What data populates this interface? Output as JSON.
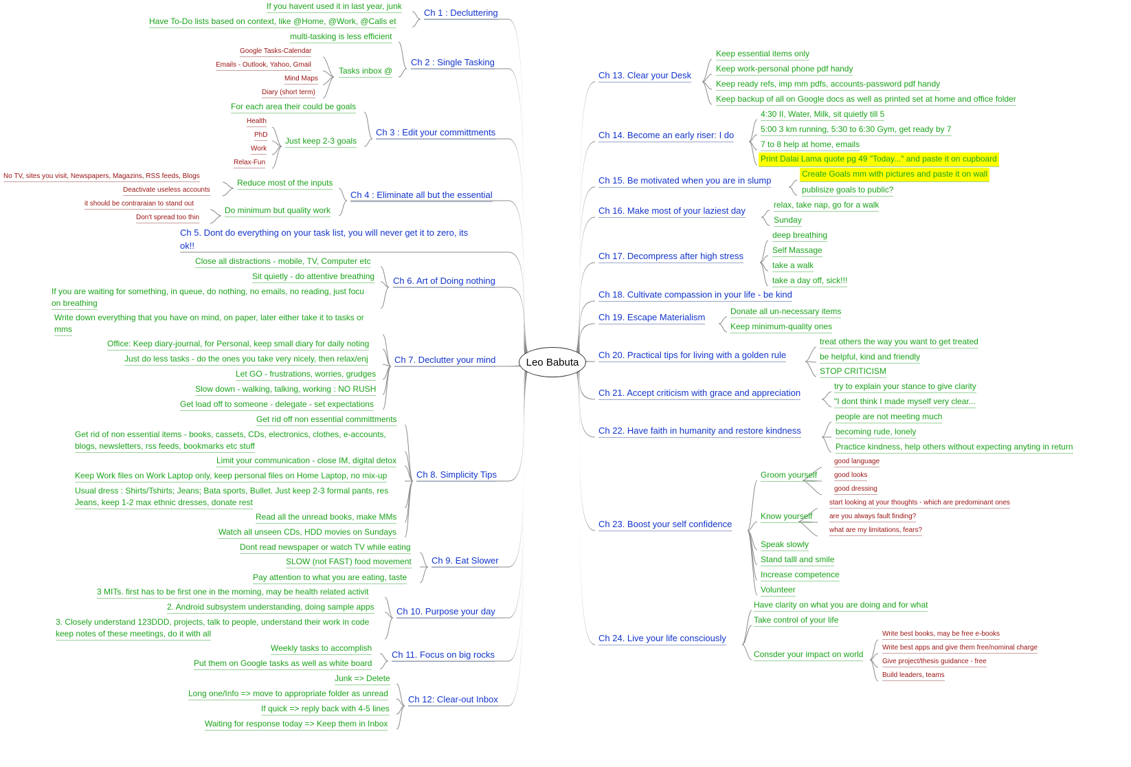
{
  "center": "Leo Babuta",
  "chapters": {
    "ch1": "Ch 1 : Decluttering",
    "ch2": "Ch 2 : Single Tasking",
    "ch3": "Ch 3 : Edit your committments",
    "ch4": "Ch 4 : Eliminate all but the essential",
    "ch5_line1": "Ch 5. Dont do everything on your task list, you will never get it to zero, its",
    "ch5_line2": "ok!!",
    "ch6": "Ch 6. Art of Doing nothing",
    "ch7": "Ch 7. Declutter your mind",
    "ch8": "Ch 8. Simplicity Tips",
    "ch9": "Ch 9. Eat Slower",
    "ch10": "Ch 10. Purpose your day",
    "ch11": "Ch 11. Focus on big rocks",
    "ch12": "Ch 12: Clear-out Inbox",
    "ch13": "Ch 13. Clear your Desk",
    "ch14": "Ch 14. Become an early riser: I do",
    "ch15": "Ch 15. Be motivated when you are in slump",
    "ch16": "Ch 16. Make most of your laziest day",
    "ch17": "Ch 17. Decompress after high stress",
    "ch18": "Ch 18. Cultivate compassion in your life - be kind",
    "ch19": "Ch 19. Escape Materialism",
    "ch20": "Ch 20. Practical tips for living with a golden rule",
    "ch21": "Ch 21. Accept criticism with grace and appreciation",
    "ch22": "Ch 22. Have faith in humanity and restore kindness",
    "ch23": "Ch 23. Boost your self confidence",
    "ch24": "Ch 24. Live your life consciously"
  },
  "items": {
    "c1a": "If you havent used it in last year, junk",
    "c1b": "Have To-Do lists based on context, like @Home, @Work, @Calls et",
    "c2a": "multi-tasking is less efficient",
    "c2b": "Tasks inbox @",
    "c2b1": "Google Tasks-Calendar",
    "c2b2": "Emails - Outlook, Yahoo, Gmail",
    "c2b3": "Mind Maps",
    "c2b4": "Diary (short term)",
    "c3a": "For each area their could be goals",
    "c3b": "Just keep 2-3 goals",
    "c3b1": "Health",
    "c3b2": "PhD",
    "c3b3": "Work",
    "c3b4": "Relax-Fun",
    "c4a": "Reduce most of the inputs",
    "c4a1": "No TV, sites you visit, Newspapers, Magazins, RSS feeds, Blogs",
    "c4a2": "Deactivate useless accounts",
    "c4b": "Do minimum but quality work",
    "c4b1": "it should be contraraian to stand out",
    "c4b2": "Don't spread too thin",
    "c6a": "Close all distractions - mobile, TV, Computer etc",
    "c6b": "Sit quietly - do attentive breathing",
    "c6c1": "If you are waiting for something, in queue, do nothing, no emails, no reading, just focu",
    "c6c2": "on breathing",
    "c7a1": "Write down everything that you have on mind, on paper, later either take it to tasks or",
    "c7a2": "mms",
    "c7b": "Office: Keep diary-journal, for Personal, keep small diary for daily noting",
    "c7c": "Just do less tasks - do the ones you take very nicely, then relax/enj",
    "c7d": "Let GO - frustrations, worries, grudges",
    "c7e": "Slow down - walking, talking, working : NO RUSH",
    "c7f": "Get load off to someone - delegate - set expectations",
    "c8a": "Get rid off non essential committments",
    "c8b1": "Get rid of non essential items - books, cassets, CDs, electronics, clothes, e-accounts,",
    "c8b2": "blogs, newsletters, rss feeds, bookmarks etc stuff",
    "c8c": "Limit your communication - close IM, digital detox",
    "c8d": "Keep Work files on Work Laptop only, keep personal files on Home Laptop, no mix-up",
    "c8e1": "Usual dress : Shirts/Tshirts; Jeans; Bata sports, Bullet. Just keep 2-3 formal pants, res",
    "c8e2": "Jeans, keep 1-2 max ethnic dresses, donate rest",
    "c8f": "Read all the unread books, make MMs",
    "c8g": "Watch all unseen CDs, HDD movies on Sundays",
    "c9a": "Dont read newspaper or watch TV while eating",
    "c9b": "SLOW (not FAST) food movement",
    "c9c": "Pay attention to what you are eating, taste",
    "c10a": "3 MITs. first has to be first one in the morning, may be health related activit",
    "c10b": "2. Android subsystem understanding, doing sample apps",
    "c10c1": "3. Closely understand 123DDD, projects, talk to people, understand their work in code",
    "c10c2": "keep notes of these meetings, do it with all",
    "c11a": "Weekly tasks to accomplish",
    "c11b": "Put them on Google tasks as well as white board",
    "c12a": "Junk => Delete",
    "c12b": "Long one/Info => move to appropriate folder as unread",
    "c12c": "If quick => reply back with 4-5 lines",
    "c12d": "Waiting for response today => Keep them in Inbox",
    "c13a": "Keep essential items only",
    "c13b": "Keep work-personal phone pdf handy",
    "c13c": "Keep ready refs, imp mm pdfs, accounts-password pdf handy",
    "c13d": "Keep backup of all on Google docs as well as printed set at home and office folder",
    "c14a": "4:30 II, Water, Milk, sit quietly till 5",
    "c14b": "5:00 3 km running, 5:30 to 6:30 Gym, get ready by 7",
    "c14c": "7 to 8 help at home, emails",
    "c14d": "Print Dalai Lama quote pg 49 \"Today...\" and paste it on cupboard",
    "c15a": "Create Goals mm with pictures and paste it on wall",
    "c15b": "publisize goals to public?",
    "c16a": "relax, take nap, go for a walk",
    "c16b": "Sunday",
    "c17a": "deep breathing",
    "c17b": "Self Massage",
    "c17c": "take a walk",
    "c17d": "take a day off, sick!!!",
    "c19a": "Donate all un-necessary items",
    "c19b": "Keep minimum-quality ones",
    "c20a": "treat others the way you want to get treated",
    "c20b": "be helpful, kind and friendly",
    "c20c": "STOP CRITICISM",
    "c21a": "try to explain your stance to give clarity",
    "c21b": "\"I dont think I made myself very clear...",
    "c22a": "people are not meeting much",
    "c22b": "becoming rude, lonely",
    "c22c": "Practice kindness, help others without expecting anyting in return",
    "c23a": "Groom yourself",
    "c23a1": "good language",
    "c23a2": "good looks",
    "c23a3": "good dressing",
    "c23b": "Know yourself",
    "c23b1": "start looking at your thoughts - which are predominant ones",
    "c23b2": "are you always fault finding?",
    "c23b3": "what are my limitations, fears?",
    "c23c": "Speak slowly",
    "c23d": "Stand talll and smile",
    "c23e": "Increase competence",
    "c23f": "Volunteer",
    "c24a": "Have clarity on what you are doing and for what",
    "c24b": "Take control of your life",
    "c24c": "Consder your impact on world",
    "c24c1": "Write best books, may be free e-books",
    "c24c2": "Write best apps and give them  free/nominal charge",
    "c24c3": "Give project/thesis guidance - free",
    "c24c4": "Build leaders, teams"
  },
  "colors": {
    "chapter": "#1234cc",
    "subtopic": "#1aa31a",
    "leaf": "#9a1010",
    "link": "#7a7a7a",
    "highlight": "#ffff00"
  }
}
